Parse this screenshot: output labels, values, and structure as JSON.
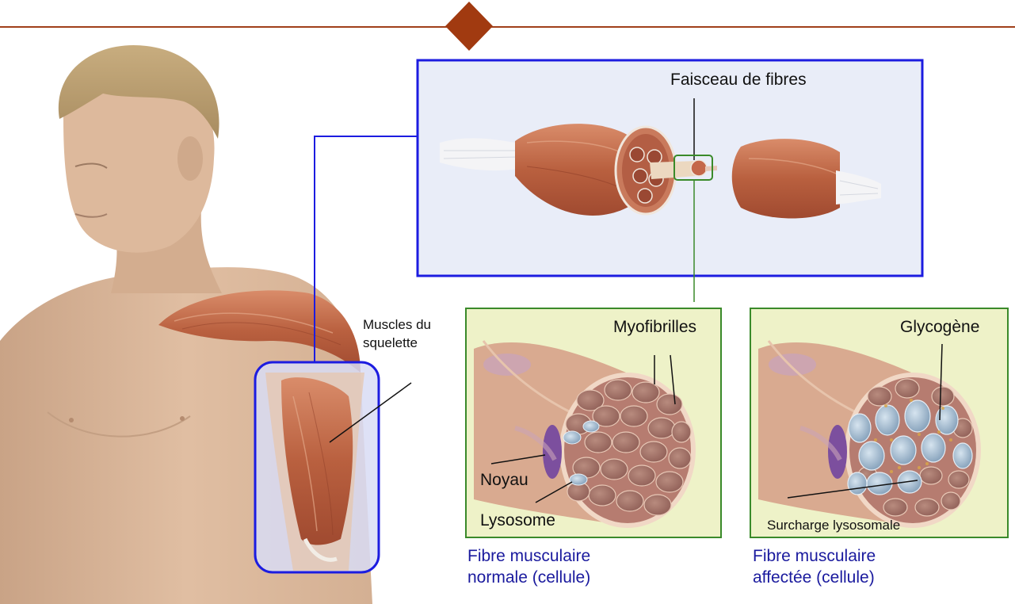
{
  "colors": {
    "accent_line": "#a0401a",
    "accent_diamond": "#a13a10",
    "frame_blue": "#1c1ce0",
    "frame_green": "#3a8a2a",
    "panel_green_bg": "#eef2c8",
    "muscle_panel_bg": "#e9edf8",
    "caption_blue": "#1a1a9e",
    "skin": "#dcb89b",
    "muscle": "#c0704f"
  },
  "labels": {
    "bundle": "Faisceau de fibres",
    "skeletal_line1": "Muscles du",
    "skeletal_line2": "squelette",
    "myofibrils": "Myofibrilles",
    "nucleus": "Noyau",
    "lysosome": "Lysosome",
    "glycogen": "Glycogène",
    "overload": "Surcharge lysosomale"
  },
  "captions": {
    "normal_line1": "Fibre musculaire",
    "normal_line2": "normale (cellule)",
    "affected_line1": "Fibre musculaire",
    "affected_line2": "affectée (cellule)"
  }
}
